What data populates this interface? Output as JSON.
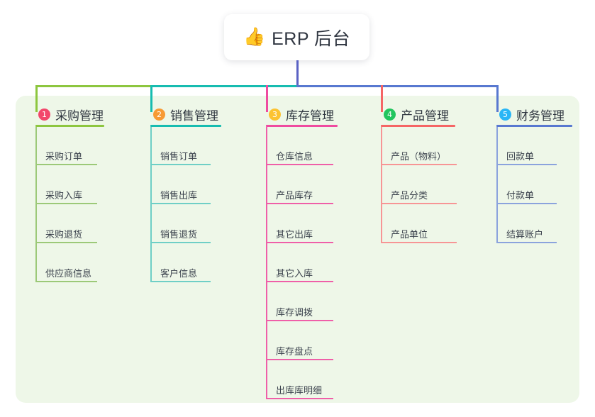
{
  "root": {
    "icon": "thumbs-up-icon",
    "icon_glyph": "👍",
    "title": "ERP 后台"
  },
  "palette": {
    "panel_bg": "#eef7e8",
    "trunk": "#5a62c4",
    "col1_line": "#8dc63f",
    "col2_line": "#17bcb0",
    "col3_line": "#ef4ba0",
    "col4_line": "#f56565",
    "col5_line": "#5878d0",
    "badge1": "#f2476b",
    "badge2": "#f79a35",
    "badge3": "#fcc332",
    "badge4": "#22c55e",
    "badge5": "#29b6f6",
    "leaf1": "#9cc978",
    "leaf2": "#6fcfc6",
    "leaf3": "#ef5fa8",
    "leaf4": "#f79595",
    "leaf5": "#8ba3dd",
    "text": "#2f3640"
  },
  "columns": [
    {
      "number": "1",
      "title": "采购管理",
      "badge_color": "#f2476b",
      "rule_color": "#8dc63f",
      "leaf_color": "#9cc978",
      "items": [
        "采购订单",
        "采购入库",
        "采购退货",
        "供应商信息"
      ]
    },
    {
      "number": "2",
      "title": "销售管理",
      "badge_color": "#f79a35",
      "rule_color": "#17bcb0",
      "leaf_color": "#6fcfc6",
      "items": [
        "销售订单",
        "销售出库",
        "销售退货",
        "客户信息"
      ]
    },
    {
      "number": "3",
      "title": "库存管理",
      "badge_color": "#fcc332",
      "rule_color": "#ef4ba0",
      "leaf_color": "#ef5fa8",
      "items": [
        "仓库信息",
        "产品库存",
        "其它出库",
        "其它入库",
        "库存调拨",
        "库存盘点",
        "出库库明细"
      ]
    },
    {
      "number": "4",
      "title": "产品管理",
      "badge_color": "#22c55e",
      "rule_color": "#f56565",
      "leaf_color": "#f79595",
      "items": [
        "产品（物料）",
        "产品分类",
        "产品单位"
      ]
    },
    {
      "number": "5",
      "title": "财务管理",
      "badge_color": "#29b6f6",
      "rule_color": "#5878d0",
      "leaf_color": "#8ba3dd",
      "items": [
        "回款单",
        "付款单",
        "结算账户"
      ]
    }
  ]
}
